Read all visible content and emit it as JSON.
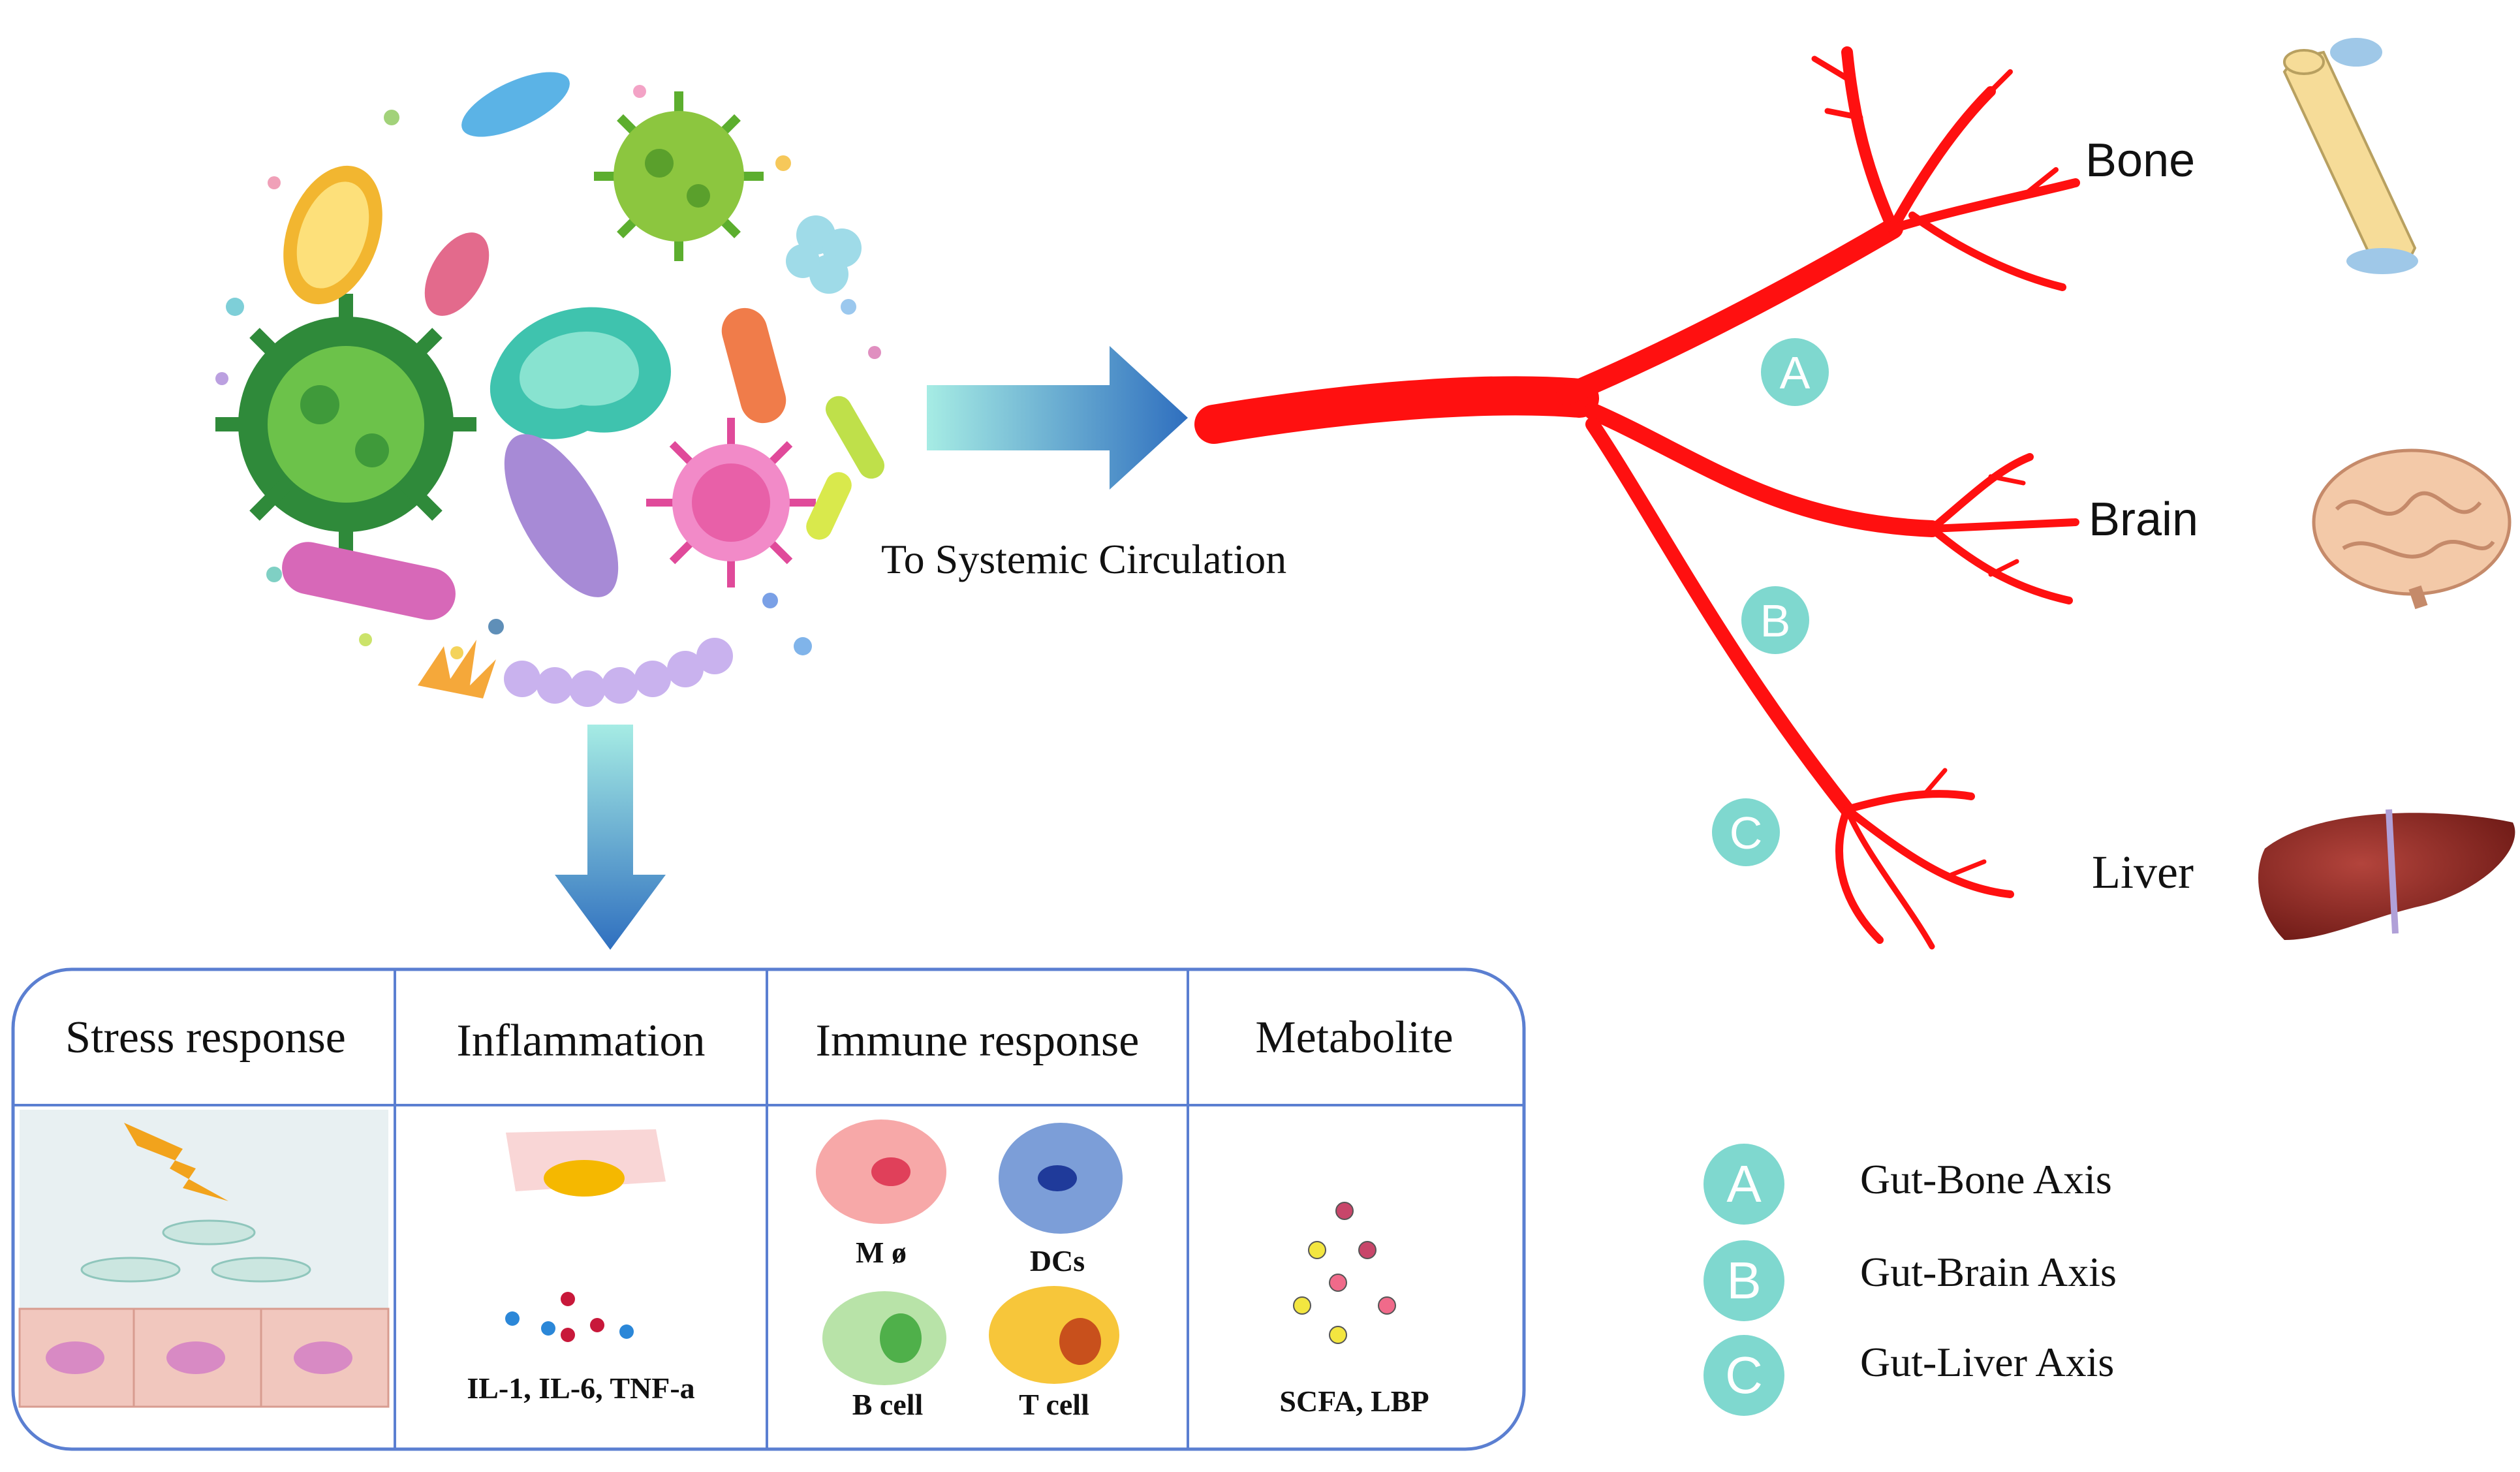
{
  "circulation_label": "To Systemic Circulation",
  "organs": [
    {
      "key": "A",
      "name": "Bone"
    },
    {
      "key": "B",
      "name": "Brain"
    },
    {
      "key": "C",
      "name": "Liver"
    }
  ],
  "panel": {
    "headers": [
      "Stress response",
      "Inflammation",
      "Immune response",
      "Metabolite"
    ],
    "inflammation_caption": "IL-1, IL-6, TNF-a",
    "immune_cells": [
      "M ø",
      "DCs",
      "B cell",
      "T cell"
    ],
    "metabolite_caption": "SCFA, LBP"
  },
  "legend": [
    {
      "key": "A",
      "label": "Gut-Bone Axis"
    },
    {
      "key": "B",
      "label": "Gut-Brain Axis"
    },
    {
      "key": "C",
      "label": "Gut-Liver Axis"
    }
  ],
  "colors": {
    "vessel": "#ff1010",
    "axis_circle": "#7fd8cf",
    "arrow_start": "#8ee6dc",
    "arrow_end": "#3a78c2",
    "panel_border": "#5b7fd1"
  }
}
